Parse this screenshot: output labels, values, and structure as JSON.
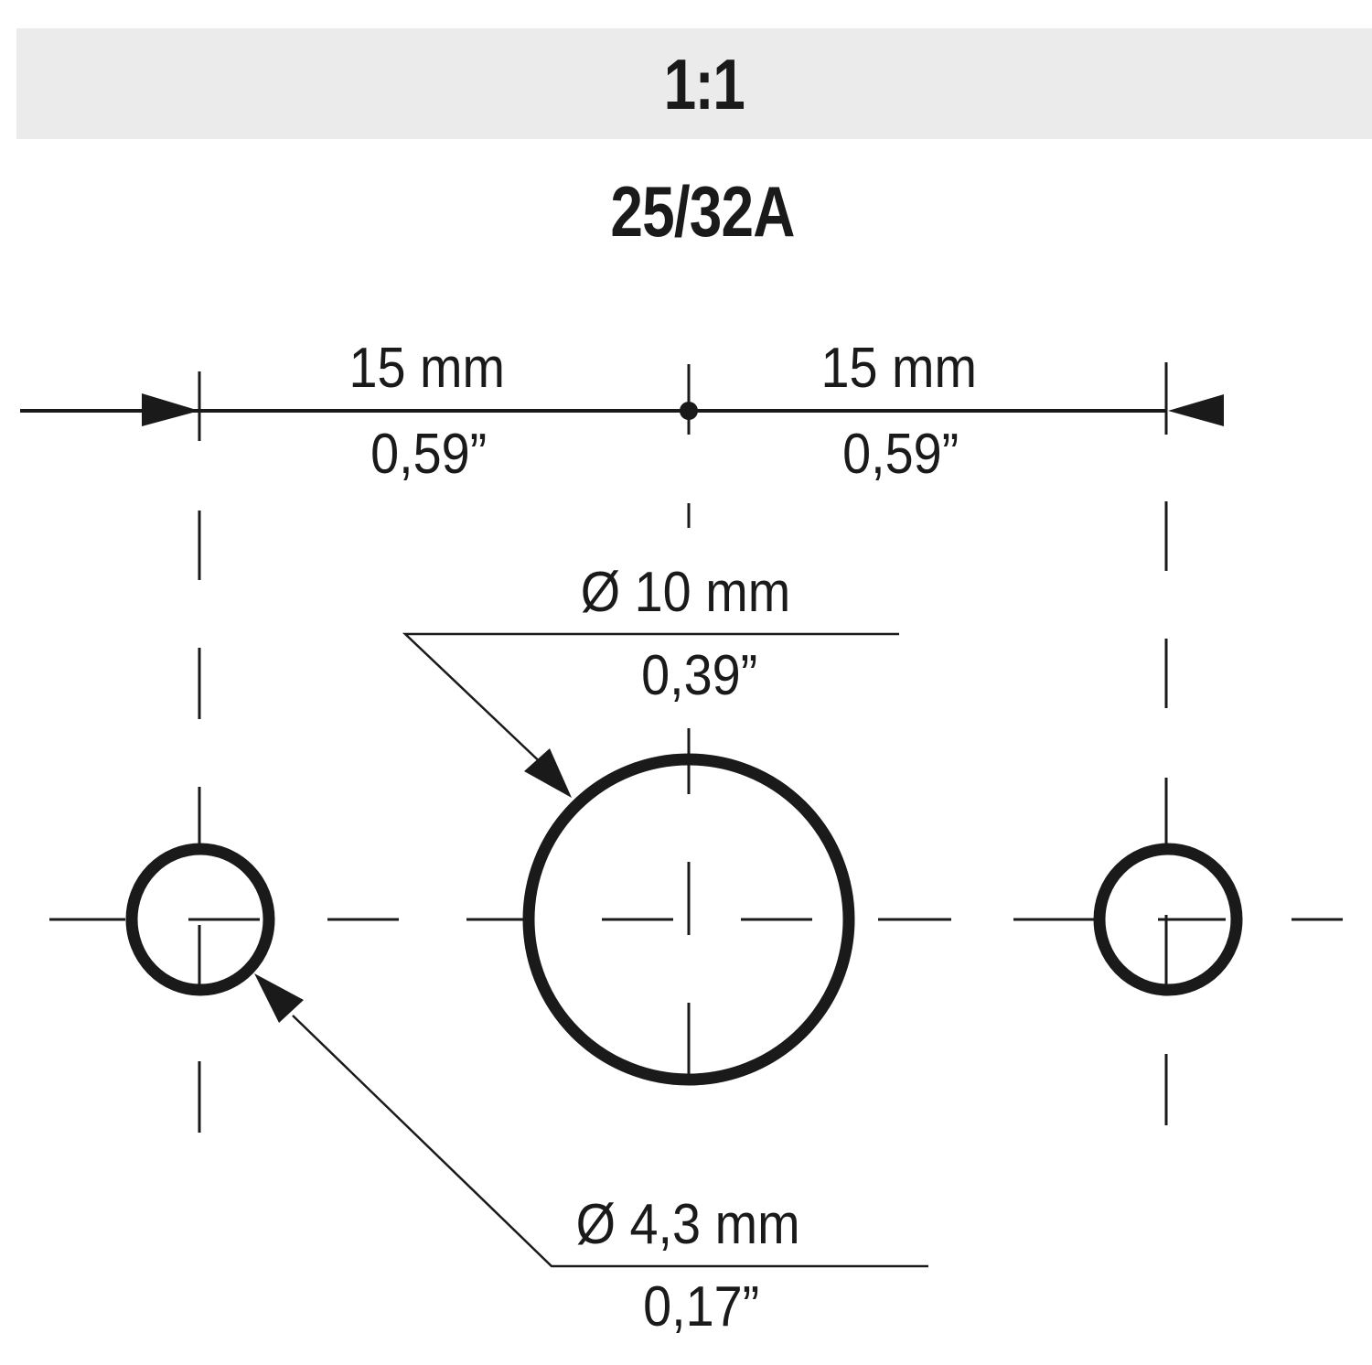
{
  "header": {
    "scale": "1:1",
    "model": "25/32A"
  },
  "dimensions": {
    "left_spacing": {
      "mm": "15 mm",
      "inch": "0,59”"
    },
    "right_spacing": {
      "mm": "15 mm",
      "inch": "0,59”"
    },
    "center_hole": {
      "mm": "Ø 10 mm",
      "inch": "0,39”",
      "diameter_mm": 10
    },
    "side_holes": {
      "mm": "Ø 4,3 mm",
      "inch": "0,17”",
      "diameter_mm": 4.3
    }
  },
  "colors": {
    "band": "#ebebeb",
    "ink": "#1a1a1a",
    "background": "#ffffff"
  },
  "icons": {
    "arrow-right": "filled-triangle-arrow",
    "arrow-left": "filled-triangle-arrow",
    "leader-arrow": "filled-triangle-arrow",
    "center-dot": "filled-circle"
  }
}
